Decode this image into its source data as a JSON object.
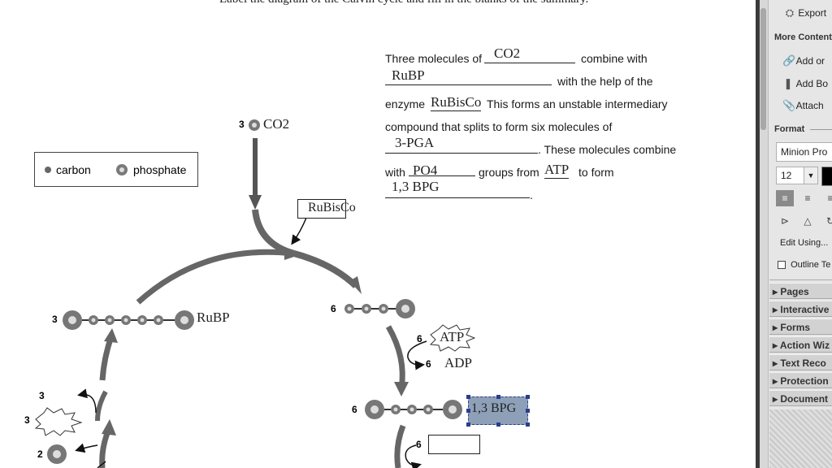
{
  "instruction": "Label the diagram of the Calvin cycle and fill in the blanks of the summary.",
  "legend": {
    "carbon": "carbon",
    "phosphate": "phosphate"
  },
  "summary": {
    "s1": "Three molecules of",
    "a1": "CO2",
    "s2": "combine with",
    "a2": "RuBP",
    "s3": "with the help of the",
    "s4": "enzyme",
    "a3": "RuBisCo",
    "s5": "This forms an unstable intermediary",
    "s6": "compound that splits to form six molecules of",
    "a4": "3-PGA",
    "s7": ". These molecules combine",
    "s8": "with",
    "a5": "PO4",
    "s9": "groups from",
    "a6": "ATP",
    "s10": "to form",
    "a7": "1,3 BPG",
    "s11": "."
  },
  "diagram": {
    "co2_count": "3",
    "co2_label": "CO2",
    "enzyme_box": "RuBisCo",
    "rubp_count": "3",
    "rubp_label": "RuBP",
    "pga_count": "6",
    "atp_count": "6",
    "atp_label": "ATP",
    "adp_count": "6",
    "adp_label": "ADP",
    "bpg_count": "6",
    "bpg_label": "1,3 BPG",
    "lower_count": "6",
    "left_count_top": "3",
    "left_count_mid": "3",
    "left_count_bottom": "2"
  },
  "panel": {
    "export": "Export",
    "more_content": "More Content",
    "add_or": "Add or",
    "add_bo": "Add Bo",
    "attach": "Attach",
    "format": "Format",
    "font": "Minion Pro",
    "size": "12",
    "edit_using": "Edit Using...",
    "outline_text": "Outline Te",
    "sections": [
      "Pages",
      "Interactive",
      "Forms",
      "Action Wiz",
      "Text Reco",
      "Protection",
      "Document"
    ]
  }
}
